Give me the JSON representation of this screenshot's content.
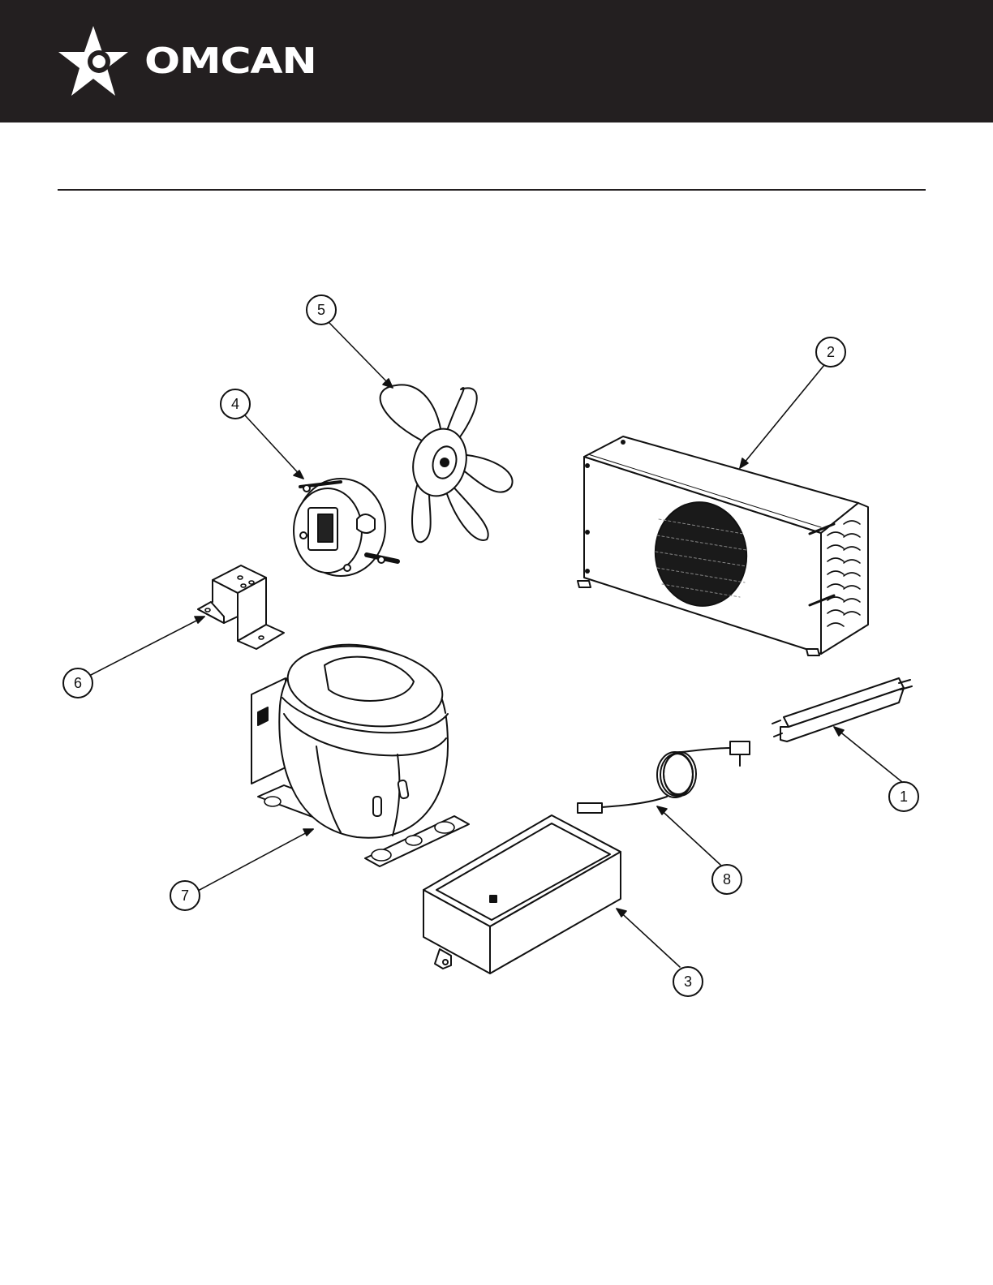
{
  "brand": {
    "name": "OMCAN"
  },
  "diagram": {
    "callouts": [
      {
        "number": "1",
        "part": "ballast-tube"
      },
      {
        "number": "2",
        "part": "condenser"
      },
      {
        "number": "3",
        "part": "drain-pan"
      },
      {
        "number": "4",
        "part": "fan-motor"
      },
      {
        "number": "5",
        "part": "fan-blade"
      },
      {
        "number": "6",
        "part": "motor-bracket"
      },
      {
        "number": "7",
        "part": "compressor"
      },
      {
        "number": "8",
        "part": "power-cord"
      }
    ]
  },
  "colors": {
    "header": "#231f20",
    "line": "#111111",
    "background": "#ffffff"
  }
}
